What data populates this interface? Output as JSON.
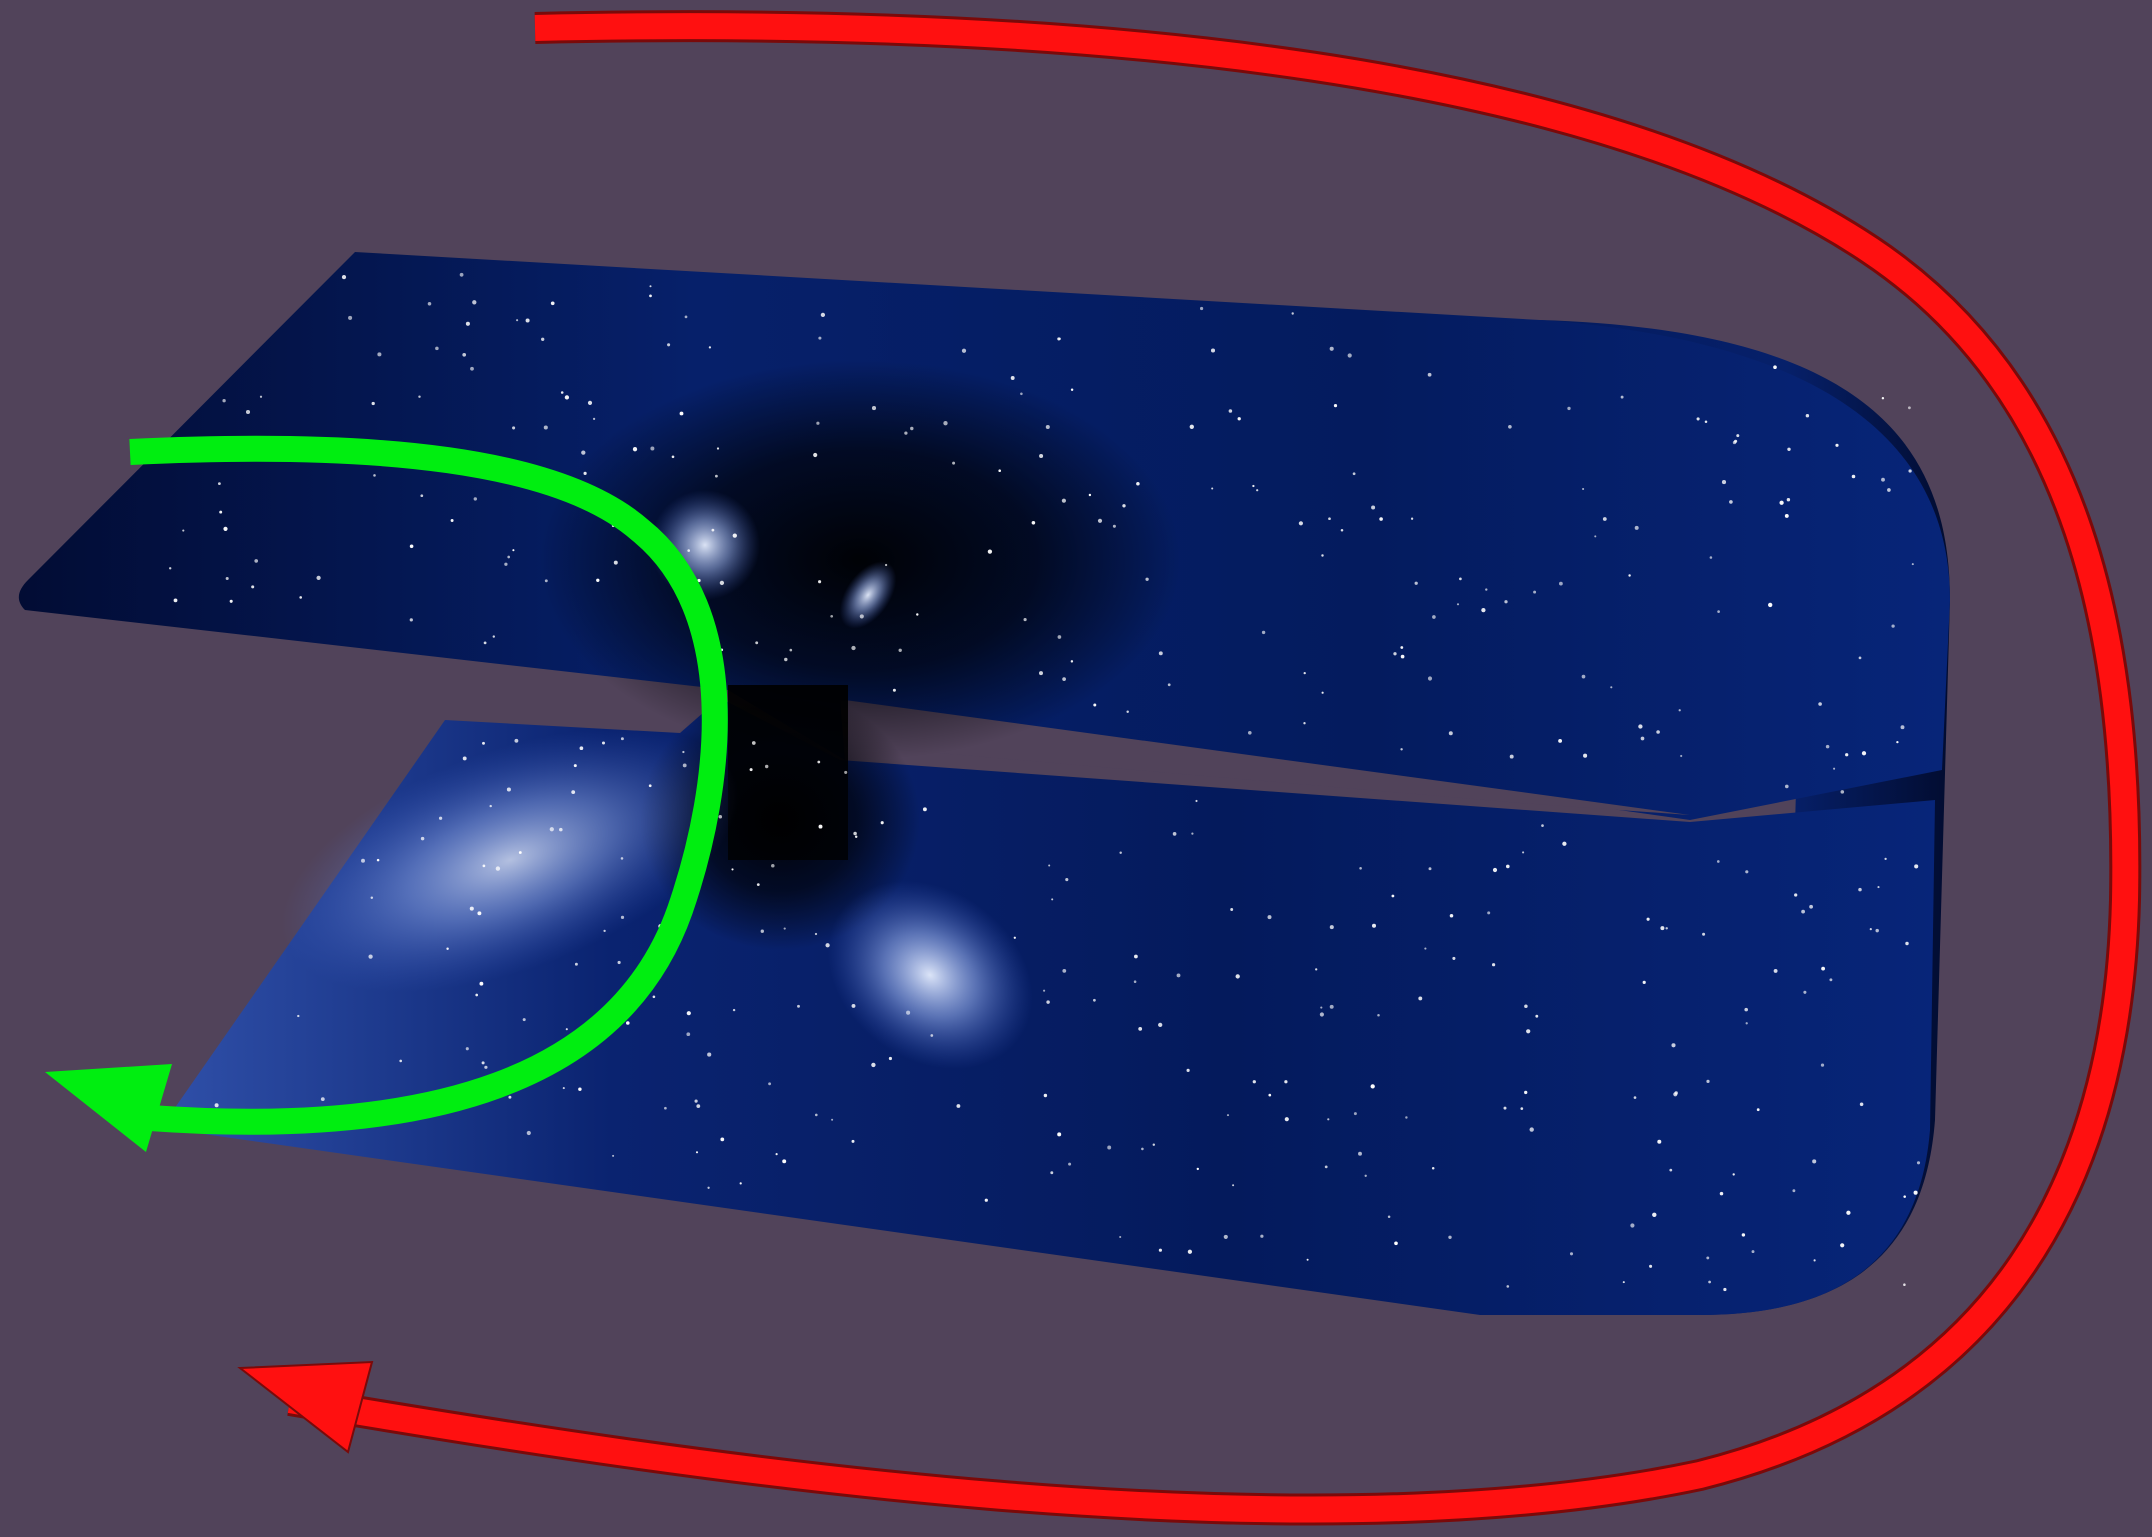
{
  "diagram": {
    "subject": "wormhole-through-folded-spacetime",
    "background_color": "#51435A",
    "sheet_color": "#041C62",
    "sheet_dark_color": "#000518",
    "glow_color": "#C8D8FF",
    "star_color": "#FFFFFF",
    "paths": [
      {
        "id": "long-path",
        "color": "#FF1010",
        "arrowhead": "yes"
      },
      {
        "id": "wormhole-shortcut",
        "color": "#00EE10",
        "arrowhead": "yes"
      }
    ]
  }
}
